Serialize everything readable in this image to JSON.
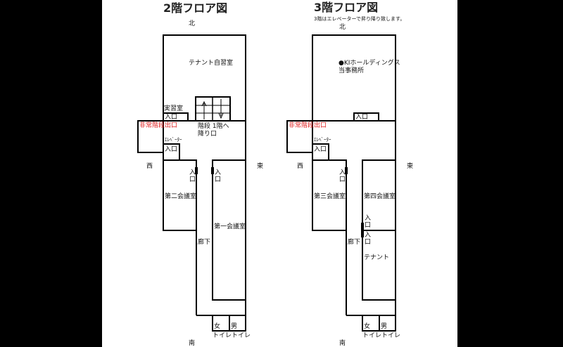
{
  "floor2": {
    "title": "2階フロア図",
    "north": "北",
    "south": "南",
    "west": "西",
    "east": "東",
    "tenant_study": "テナント自習室",
    "practice_room": "実習室",
    "practice_entrance": "入口",
    "emergency_exit": "非常階段出口",
    "stairs": "階段 1階へ",
    "stairs_2": "降り口",
    "elevator": "ｴﾚﾍﾞｰﾀｰ",
    "elevator_entrance": "入口",
    "room2_entrance": "入口",
    "room1_entrance": "入口",
    "room2": "第二会議室",
    "room1": "第一会議室",
    "corridor": "廊下",
    "toilet_women": "女",
    "toilet_men": "男",
    "toilet_label": "トイレトイレ"
  },
  "floor3": {
    "title": "3階フロア図",
    "note": "3階はエレベーターで昇り降り致します。",
    "north": "北",
    "south": "南",
    "west": "西",
    "east": "東",
    "office": "●KIホールディングス",
    "office_2": "当事務所",
    "office_entrance": "入口",
    "emergency_exit": "非常階段出口",
    "elevator": "ｴﾚﾍﾞｰﾀｰ",
    "elevator_entrance": "入口",
    "room3_entrance": "入口",
    "room4_entrance": "入口",
    "tenant_entrance": "入口",
    "room3": "第三会議室",
    "room4": "第四会議室",
    "tenant": "テナント",
    "corridor": "廊下",
    "toilet_women": "女",
    "toilet_men": "男",
    "toilet_label": "トイレトイレ"
  },
  "colors": {
    "wall": "#000000",
    "emergency": "#e02020"
  }
}
